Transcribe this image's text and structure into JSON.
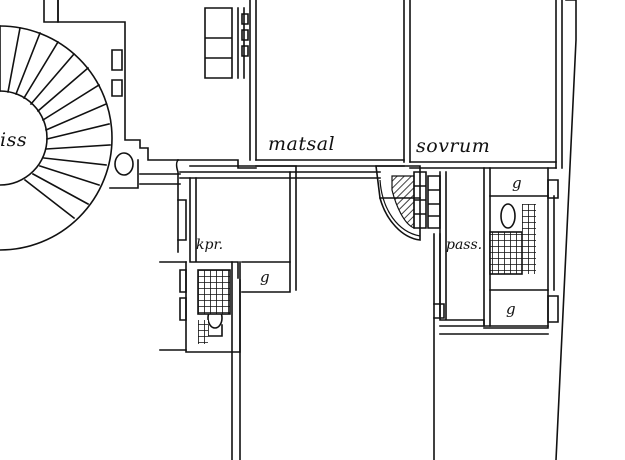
{
  "plan": {
    "labels": {
      "hiss": "iss",
      "matsal": "matsal",
      "sovrum": "sovrum",
      "kpr": "kpr.",
      "pass": "pass.",
      "g1": "g",
      "g2": "g",
      "g3": "g"
    }
  }
}
